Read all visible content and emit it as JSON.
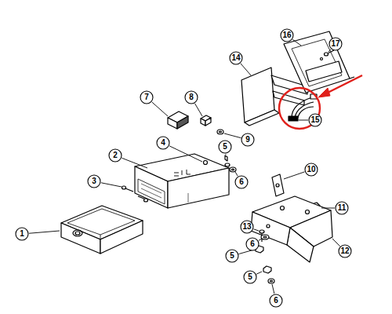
{
  "diagram": {
    "labels": [
      "1",
      "2",
      "3",
      "4",
      "5",
      "6",
      "7",
      "8",
      "9",
      "10",
      "11",
      "12",
      "13",
      "6",
      "5",
      "5",
      "6",
      "14",
      "15",
      "16",
      "17"
    ]
  }
}
